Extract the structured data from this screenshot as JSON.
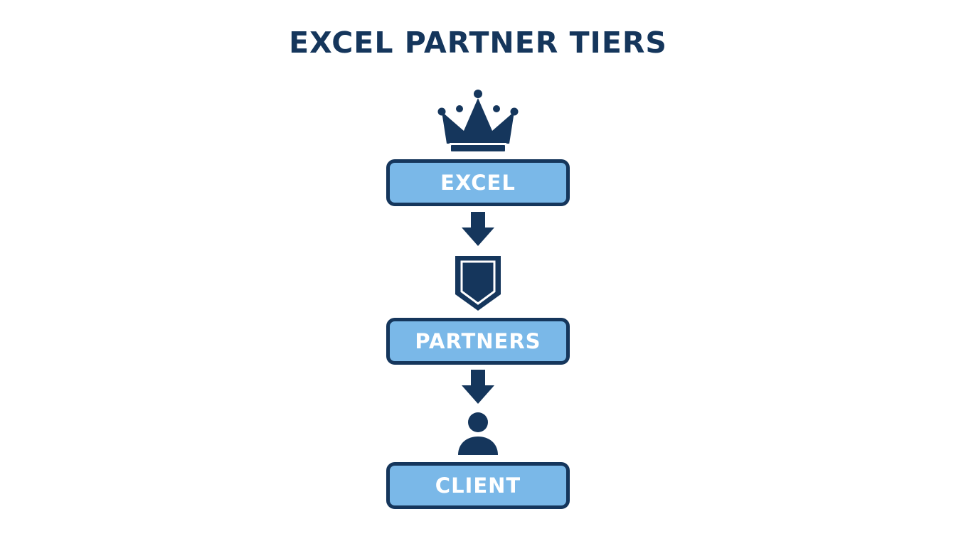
{
  "title": "EXCEL PARTNER TIERS",
  "colors": {
    "primary_dark": "#15365c",
    "box_fill": "#7ab8e8",
    "label_text": "#ffffff",
    "background": "#ffffff"
  },
  "tiers": [
    {
      "label": "EXCEL",
      "icon": "crown-icon"
    },
    {
      "label": "PARTNERS",
      "icon": "shield-icon"
    },
    {
      "label": "CLIENT",
      "icon": "person-icon"
    }
  ],
  "connectors": [
    "arrow-down-icon",
    "arrow-down-icon"
  ]
}
